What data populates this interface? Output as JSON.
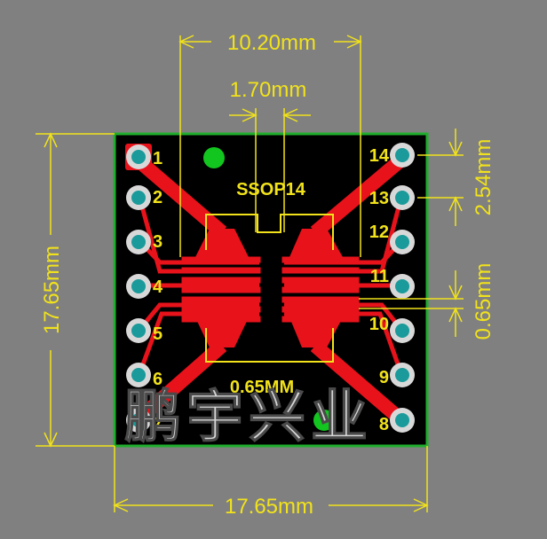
{
  "dimensions": {
    "width_top": "10.20mm",
    "pad_gap": "1.70mm",
    "height_left": "17.65mm",
    "width_bottom": "17.65mm",
    "pin_pitch": "2.54mm",
    "pad_pitch": "0.65mm"
  },
  "silkscreen": {
    "part_name": "SSOP14",
    "pitch_label": "0.65MM",
    "pins_left": [
      "1",
      "2",
      "3",
      "4",
      "5",
      "6",
      "7"
    ],
    "pins_right": [
      "14",
      "13",
      "12",
      "11",
      "10",
      "9",
      "8"
    ]
  },
  "watermark": "鹏宇兴业",
  "colors": {
    "background": "#808080",
    "board": "#000000",
    "board_edge": "#1fae2d",
    "copper": "#e8121b",
    "pad_ring": "#d8d8d8",
    "pad_hole": "#1a9a9a",
    "silkscreen": "#f1e21b",
    "fiducial": "#13c51f"
  }
}
